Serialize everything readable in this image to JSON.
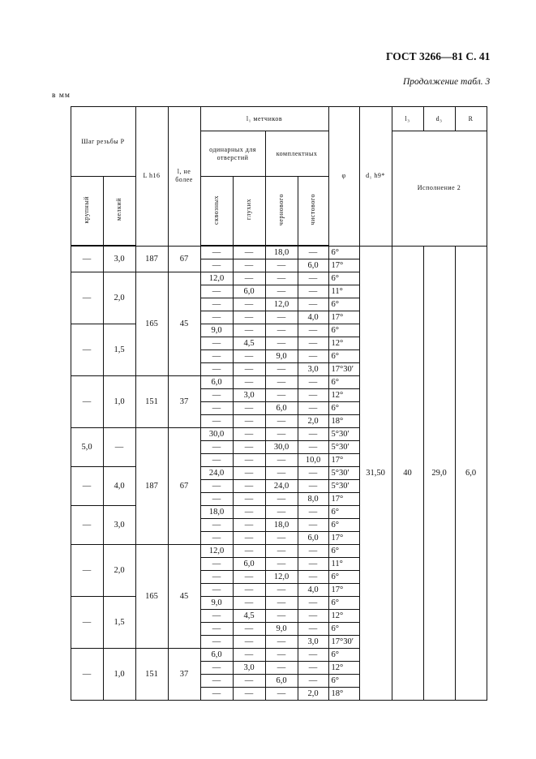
{
  "header": {
    "gost": "ГОСТ 3266—81 С. 41",
    "continuation": "Продолжение табл. 3"
  },
  "units": "в мм",
  "columns": {
    "thread_pitch": "Шаг резьбы P",
    "coarse": "крупный",
    "fine": "мелкий",
    "L_h16": "L h16",
    "l_max": "l, не более",
    "l1_group": "l₁ метчиков",
    "single_group": "одинарных для отверстий",
    "complete_group": "комплектных",
    "through": "сквозных",
    "blind": "глухих",
    "rough": "чернового",
    "finish": "чистового",
    "phi": "φ",
    "d1": "d₁ h9*",
    "l3": "l₃",
    "d3": "d₃",
    "R": "R",
    "execution": "Исполнение 2"
  },
  "groups": [
    {
      "coarse": "—",
      "fine": "3,0",
      "L": "187",
      "l": "67",
      "rows": [
        {
          "through": "—",
          "blind": "—",
          "rough": "18,0",
          "finish": "—",
          "phi": "6°"
        },
        {
          "through": "—",
          "blind": "—",
          "rough": "—",
          "finish": "6,0",
          "phi": "17°"
        }
      ]
    },
    {
      "coarse": "—",
      "fine": "2,0",
      "L": "165",
      "l": "45",
      "rows": [
        {
          "through": "12,0",
          "blind": "—",
          "rough": "—",
          "finish": "—",
          "phi": "6°"
        },
        {
          "through": "—",
          "blind": "6,0",
          "rough": "—",
          "finish": "—",
          "phi": "11°"
        },
        {
          "through": "—",
          "blind": "—",
          "rough": "12,0",
          "finish": "—",
          "phi": "6°"
        },
        {
          "through": "—",
          "blind": "—",
          "rough": "—",
          "finish": "4,0",
          "phi": "17°"
        }
      ]
    },
    {
      "coarse": "—",
      "fine": "1,5",
      "rows": [
        {
          "through": "9,0",
          "blind": "—",
          "rough": "—",
          "finish": "—",
          "phi": "6°"
        },
        {
          "through": "—",
          "blind": "4,5",
          "rough": "—",
          "finish": "—",
          "phi": "12°"
        },
        {
          "through": "—",
          "blind": "—",
          "rough": "9,0",
          "finish": "—",
          "phi": "6°"
        },
        {
          "through": "—",
          "blind": "—",
          "rough": "—",
          "finish": "3,0",
          "phi": "17°30′"
        }
      ]
    },
    {
      "coarse": "—",
      "fine": "1,0",
      "L": "151",
      "l": "37",
      "rows": [
        {
          "through": "6,0",
          "blind": "—",
          "rough": "—",
          "finish": "—",
          "phi": "6°"
        },
        {
          "through": "—",
          "blind": "3,0",
          "rough": "—",
          "finish": "—",
          "phi": "12°"
        },
        {
          "through": "—",
          "blind": "—",
          "rough": "6,0",
          "finish": "—",
          "phi": "6°"
        },
        {
          "through": "—",
          "blind": "—",
          "rough": "—",
          "finish": "2,0",
          "phi": "18°"
        }
      ]
    },
    {
      "coarse": "5,0",
      "fine": "—",
      "L": "187",
      "l": "67",
      "rows": [
        {
          "through": "30,0",
          "blind": "—",
          "rough": "—",
          "finish": "—",
          "phi": "5°30′"
        },
        {
          "through": "—",
          "blind": "—",
          "rough": "30,0",
          "finish": "—",
          "phi": "5°30′"
        },
        {
          "through": "—",
          "blind": "—",
          "rough": "—",
          "finish": "10,0",
          "phi": "17°"
        }
      ]
    },
    {
      "coarse": "—",
      "fine": "4,0",
      "rows": [
        {
          "through": "24,0",
          "blind": "—",
          "rough": "—",
          "finish": "—",
          "phi": "5°30′"
        },
        {
          "through": "—",
          "blind": "—",
          "rough": "24,0",
          "finish": "—",
          "phi": "5°30′"
        },
        {
          "through": "—",
          "blind": "—",
          "rough": "—",
          "finish": "8,0",
          "phi": "17°"
        }
      ]
    },
    {
      "coarse": "—",
      "fine": "3,0",
      "rows": [
        {
          "through": "18,0",
          "blind": "—",
          "rough": "—",
          "finish": "—",
          "phi": "6°"
        },
        {
          "through": "—",
          "blind": "—",
          "rough": "18,0",
          "finish": "—",
          "phi": "6°"
        },
        {
          "through": "—",
          "blind": "—",
          "rough": "—",
          "finish": "6,0",
          "phi": "17°"
        }
      ]
    },
    {
      "coarse": "—",
      "fine": "2,0",
      "L": "165",
      "l": "45",
      "rows": [
        {
          "through": "12,0",
          "blind": "—",
          "rough": "—",
          "finish": "—",
          "phi": "6°"
        },
        {
          "through": "—",
          "blind": "6,0",
          "rough": "—",
          "finish": "—",
          "phi": "11°"
        },
        {
          "through": "—",
          "blind": "—",
          "rough": "12,0",
          "finish": "—",
          "phi": "6°"
        },
        {
          "through": "—",
          "blind": "—",
          "rough": "—",
          "finish": "4,0",
          "phi": "17°"
        }
      ]
    },
    {
      "coarse": "—",
      "fine": "1,5",
      "rows": [
        {
          "through": "9,0",
          "blind": "—",
          "rough": "—",
          "finish": "—",
          "phi": "6°"
        },
        {
          "through": "—",
          "blind": "4,5",
          "rough": "—",
          "finish": "—",
          "phi": "12°"
        },
        {
          "through": "—",
          "blind": "—",
          "rough": "9,0",
          "finish": "—",
          "phi": "6°"
        },
        {
          "through": "—",
          "blind": "—",
          "rough": "—",
          "finish": "3,0",
          "phi": "17°30′"
        }
      ]
    },
    {
      "coarse": "—",
      "fine": "1,0",
      "L": "151",
      "l": "37",
      "rows": [
        {
          "through": "6,0",
          "blind": "—",
          "rough": "—",
          "finish": "—",
          "phi": "6°"
        },
        {
          "through": "—",
          "blind": "3,0",
          "rough": "—",
          "finish": "—",
          "phi": "12°"
        },
        {
          "through": "—",
          "blind": "—",
          "rough": "6,0",
          "finish": "—",
          "phi": "6°"
        },
        {
          "through": "—",
          "blind": "—",
          "rough": "—",
          "finish": "2,0",
          "phi": "18°"
        }
      ]
    }
  ],
  "merged": {
    "d1": "31,50",
    "l3": "40",
    "d3": "29,0",
    "R": "6,0"
  }
}
